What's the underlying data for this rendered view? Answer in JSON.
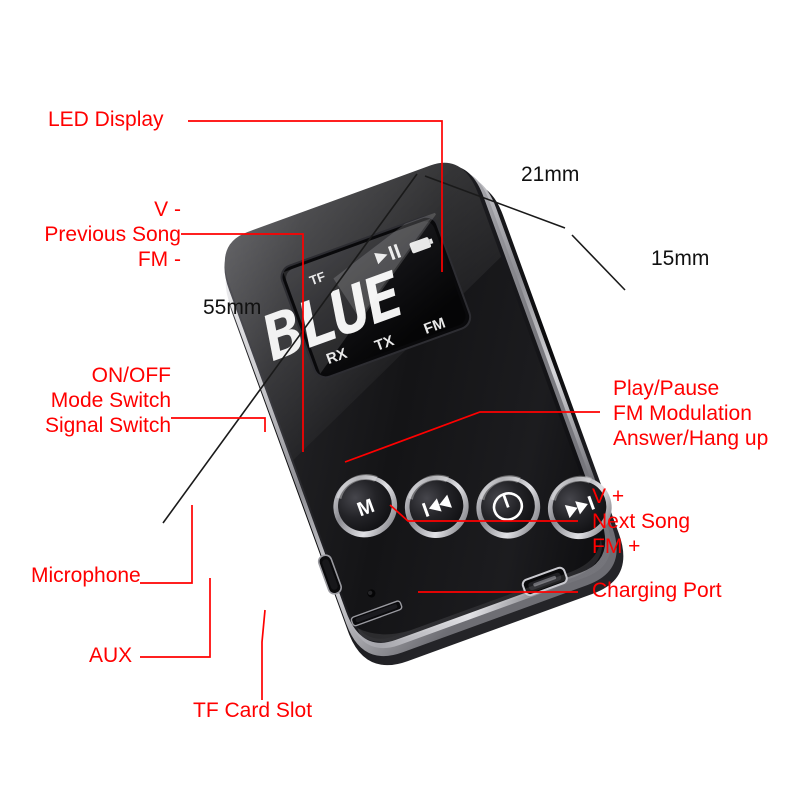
{
  "figure": {
    "title": "Bluetooth Audio Adapter Annotated Diagram",
    "background_color": "#ffffff",
    "callout_color": "#ff0000",
    "dimension_color": "#111111"
  },
  "callouts": {
    "led_display": {
      "lines": [
        "LED Display"
      ],
      "align": "left"
    },
    "volume_down": {
      "lines": [
        "V -",
        "Previous Song",
        "FM -"
      ],
      "align": "right"
    },
    "mode_switch": {
      "lines": [
        "ON/OFF",
        "Mode Switch",
        "Signal Switch"
      ],
      "align": "right"
    },
    "play_pause": {
      "lines": [
        "Play/Pause",
        "FM Modulation",
        "Answer/Hang up"
      ],
      "align": "left"
    },
    "volume_up": {
      "lines": [
        "V +",
        "Next Song",
        "FM +"
      ],
      "align": "left"
    },
    "charging_port": {
      "lines": [
        "Charging Port"
      ],
      "align": "left"
    },
    "microphone": {
      "lines": [
        "Microphone"
      ],
      "align": "left"
    },
    "aux": {
      "lines": [
        "AUX"
      ],
      "align": "left"
    },
    "tf_card_slot": {
      "lines": [
        "TF Card Slot"
      ],
      "align": "left"
    }
  },
  "dimensions": {
    "length": "55mm",
    "width": "21mm",
    "thickness": "15mm"
  },
  "device": {
    "body_color": "#111113",
    "trim_color": "#d8d8da",
    "screen": {
      "main_text": "BLUE",
      "indicator_tf": "TF",
      "indicator_play": "play-pause",
      "indicator_battery": "battery",
      "label_rx": "RX",
      "label_tx": "TX",
      "label_fm": "FM"
    },
    "buttons": [
      {
        "id": "mode",
        "glyph": "M",
        "name": "mode-button"
      },
      {
        "id": "previous",
        "glyph": "prev",
        "name": "previous-track-button"
      },
      {
        "id": "play",
        "glyph": "power",
        "name": "play-pause-button"
      },
      {
        "id": "next",
        "glyph": "next",
        "name": "next-track-button"
      }
    ],
    "ports": [
      {
        "id": "microphone",
        "name": "microphone-pinhole"
      },
      {
        "id": "aux",
        "name": "aux-jack"
      },
      {
        "id": "tf",
        "name": "tf-card-slot"
      },
      {
        "id": "usb",
        "name": "usb-charging-port"
      }
    ]
  }
}
